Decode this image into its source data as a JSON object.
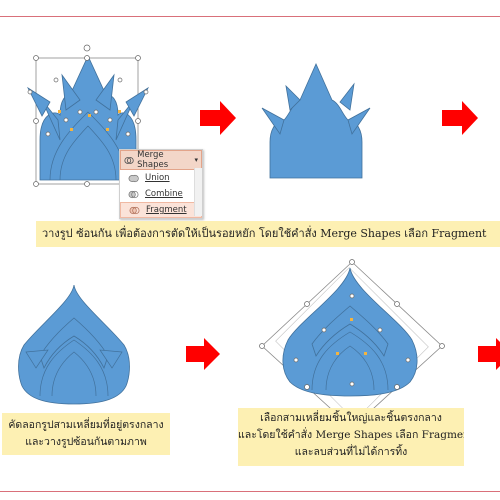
{
  "menu": {
    "title": "Merge Shapes",
    "items": [
      {
        "label": "Union"
      },
      {
        "label": "Combine"
      },
      {
        "label": "Fragment"
      }
    ]
  },
  "captions": {
    "step1": "วางรูป  ซ้อนกัน  เพื่อต้องการตัดให้เป็นรอยหยัก  โดยใช้คำสั่ง  Merge Shapes  เลือก  Fragment",
    "step2_line1": "คัดลอกรูปสามเหลี่ยมที่อยู่ตรงกลาง",
    "step2_line2": "และวางรูปซ้อนกันตามภาพ",
    "step3_line1": "เลือกสามเหลี่ยมชิ้นใหญ่และชิ้นตรงกลาง",
    "step3_line2": "และโดยใช้คำสั่ง  Merge Shapes  เลือก  Fragment",
    "step3_line3": "และลบส่วนที่ไม่ได้การทิ้ง"
  },
  "colors": {
    "shape_fill": "#5b9bd5",
    "shape_stroke": "#41719c",
    "arrow": "#ff0000",
    "caption_bg": "#fdf0b3",
    "frame": "#d9707a"
  }
}
